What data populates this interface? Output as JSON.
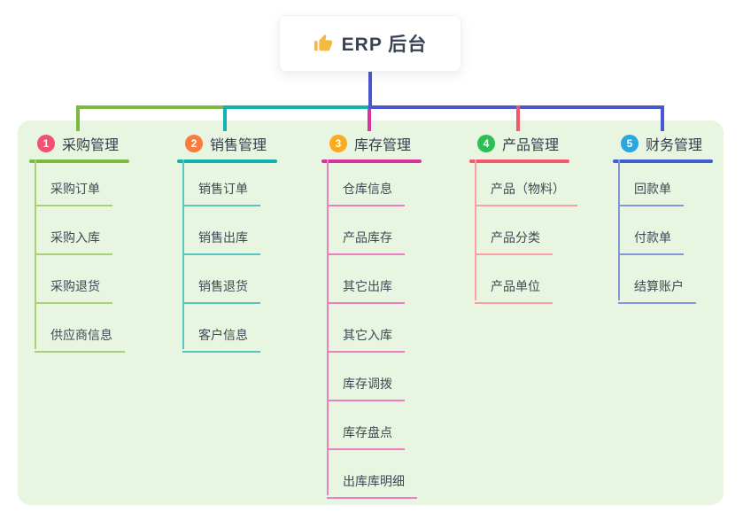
{
  "page": {
    "background": "#ffffff",
    "panel_background": "#e8f5e1"
  },
  "root": {
    "label": "ERP 后台",
    "icon": "thumbs-up-icon",
    "icon_color": "#f5b840",
    "connector_color": "#4a58d0"
  },
  "branches": [
    {
      "badge": "1",
      "title": "采购管理",
      "badge_color": "#f25170",
      "line_color": "#7cb93e",
      "child_line_color": "#a8d077",
      "children": [
        "采购订单",
        "采购入库",
        "采购退货",
        "供应商信息"
      ]
    },
    {
      "badge": "2",
      "title": "销售管理",
      "badge_color": "#f87c3b",
      "line_color": "#13b2ae",
      "child_line_color": "#55c6c0",
      "children": [
        "销售订单",
        "销售出库",
        "销售退货",
        "客户信息"
      ]
    },
    {
      "badge": "3",
      "title": "库存管理",
      "badge_color": "#fcab1d",
      "line_color": "#d8359c",
      "child_line_color": "#ec7fc0",
      "children": [
        "仓库信息",
        "产品库存",
        "其它出库",
        "其它入库",
        "库存调拨",
        "库存盘点",
        "出库库明细"
      ]
    },
    {
      "badge": "4",
      "title": "产品管理",
      "badge_color": "#2dbf53",
      "line_color": "#f4566a",
      "child_line_color": "#f9a1a4",
      "children": [
        "产品（物料）",
        "产品分类",
        "产品单位"
      ]
    },
    {
      "badge": "5",
      "title": "财务管理",
      "badge_color": "#2ba7e0",
      "line_color": "#3f5ed6",
      "child_line_color": "#8298d6",
      "children": [
        "回款单",
        "付款单",
        "结算账户"
      ]
    }
  ]
}
